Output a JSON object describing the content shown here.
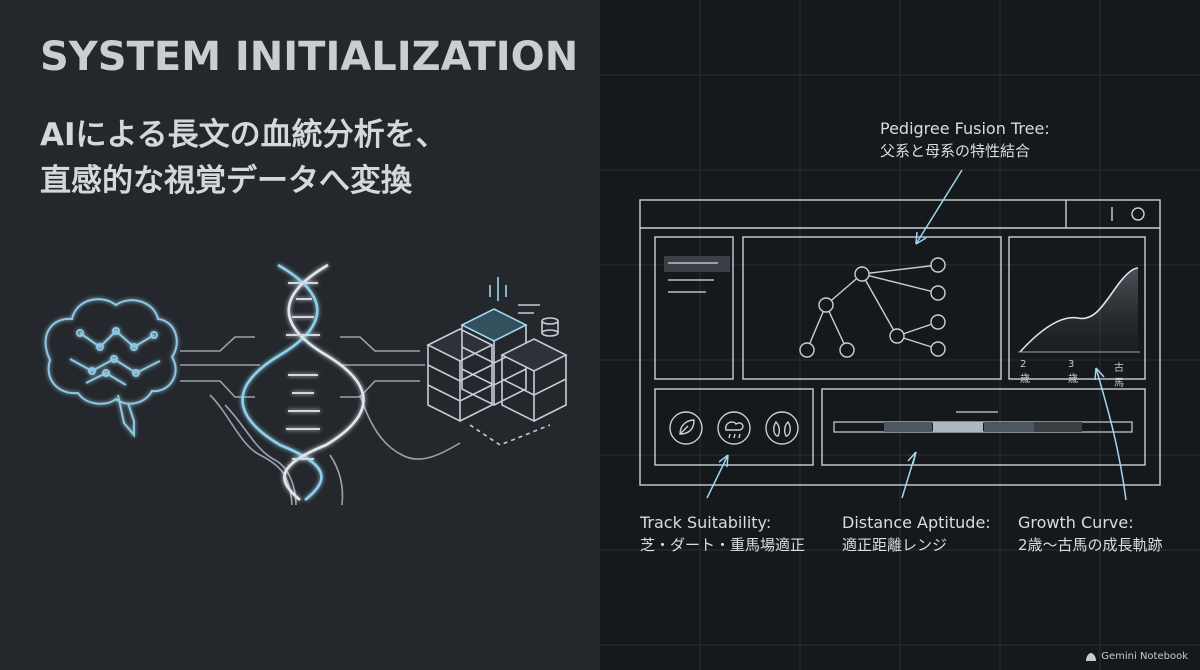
{
  "title": "SYSTEM INITIALIZATION",
  "subtitle": {
    "line1": "AIによる長文の血統分析を、",
    "line2": "直感的な視覚データへ変換"
  },
  "wireframe": {
    "growth_axis": [
      "2歳",
      "3歳",
      "古馬"
    ],
    "track_icons": [
      "leaf-icon",
      "rain-cloud-icon",
      "hoof-icon"
    ]
  },
  "annotations": {
    "pedigree": {
      "heading": "Pedigree Fusion Tree:",
      "detail": "父系と母系の特性結合"
    },
    "track": {
      "heading": "Track Suitability:",
      "detail": "芝・ダート・重馬場適正"
    },
    "distance": {
      "heading": "Distance Aptitude:",
      "detail": "適正距離レンジ"
    },
    "growth": {
      "heading": "Growth Curve:",
      "detail": "2歳〜古馬の成長軌跡"
    }
  },
  "badge": {
    "label": "Gemini Notebook"
  },
  "colors": {
    "accent": "#9fd6ee",
    "panel_left": "#24272b",
    "panel_right": "#16191c",
    "line": "#c9d1d8"
  }
}
